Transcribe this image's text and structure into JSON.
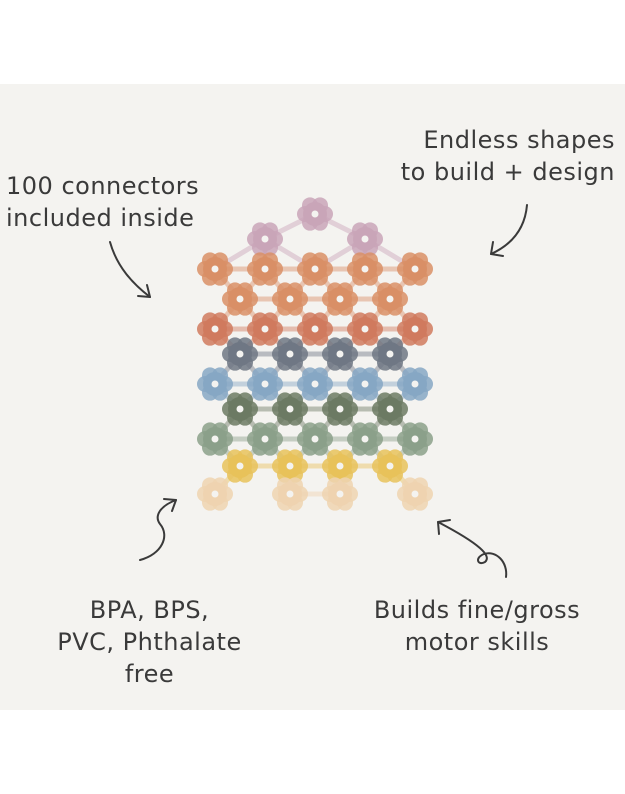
{
  "captions": {
    "top_left": [
      "100 connectors",
      "included inside"
    ],
    "top_right": [
      "Endless shapes",
      "to build + design"
    ],
    "bottom_left": [
      "BPA, BPS,",
      "PVC, Phthalate",
      "free"
    ],
    "bottom_right": [
      "Builds fine/gross",
      "motor skills"
    ]
  },
  "icons": {
    "arrows": [
      "curved-arrow-icon",
      "curved-arrow-icon",
      "curved-arrow-icon",
      "curved-arrow-icon"
    ]
  },
  "colors": {
    "background": "#f4f3f0",
    "text": "#3a3a3a",
    "row_colors": [
      "#c9a5b8",
      "#d98f66",
      "#d07a5e",
      "#6f7784",
      "#86a7c4",
      "#6c7a63",
      "#8ba08a",
      "#e8c25a",
      "#efd3b0"
    ]
  }
}
